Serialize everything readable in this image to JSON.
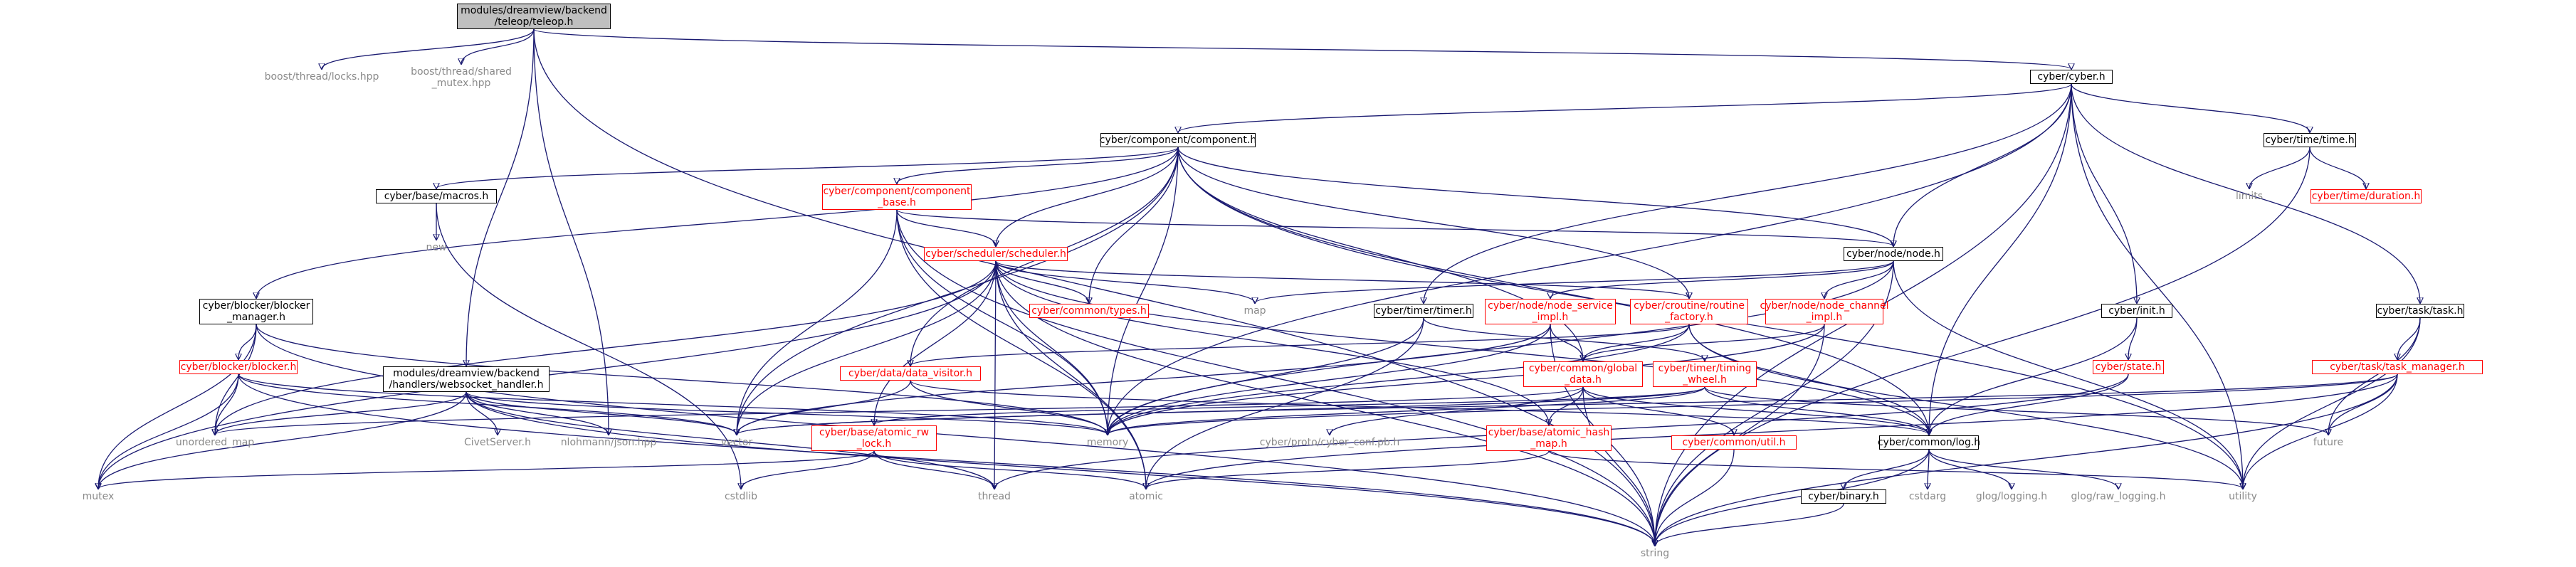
{
  "graph_title": "",
  "colors": {
    "edge": "#191970",
    "root_fill": "#bfbfbf",
    "red_node": "#ff0000",
    "external_text": "#8a8a8a"
  },
  "nodes": {
    "teleop": [
      "modules/dreamview/backend",
      "/teleop/teleop.h"
    ],
    "boost_locks": [
      "boost/thread/locks.hpp"
    ],
    "boost_shared": [
      "boost/thread/shared",
      "_mutex.hpp"
    ],
    "cyber_h": [
      "cyber/cyber.h"
    ],
    "component": [
      "cyber/component/component.h"
    ],
    "time_h": [
      "cyber/time/time.h"
    ],
    "limits": [
      "limits"
    ],
    "duration": [
      "cyber/time/duration.h"
    ],
    "macros": [
      "cyber/base/macros.h"
    ],
    "new": [
      "new"
    ],
    "component_base": [
      "cyber/component/component",
      "_base.h"
    ],
    "scheduler": [
      "cyber/scheduler/scheduler.h"
    ],
    "common_types": [
      "cyber/common/types.h"
    ],
    "map": [
      "map"
    ],
    "node_h": [
      "cyber/node/node.h"
    ],
    "blocker_manager": [
      "cyber/blocker/blocker",
      "_manager.h"
    ],
    "blocker": [
      "cyber/blocker/blocker.h"
    ],
    "websocket": [
      "modules/dreamview/backend",
      "/handlers/websocket_handler.h"
    ],
    "civet": [
      "CivetServer.h"
    ],
    "nlohmann": [
      "nlohmann/json.hpp"
    ],
    "timer_h": [
      "cyber/timer/timer.h"
    ],
    "node_service": [
      "cyber/node/node_service",
      "_impl.h"
    ],
    "routine_factory": [
      "cyber/croutine/routine",
      "_factory.h"
    ],
    "node_channel": [
      "cyber/node/node_channel",
      "_impl.h"
    ],
    "init_h": [
      "cyber/init.h"
    ],
    "task_h": [
      "cyber/task/task.h"
    ],
    "task_manager": [
      "cyber/task/task_manager.h"
    ],
    "state_h": [
      "cyber/state.h"
    ],
    "data_visitor": [
      "cyber/data/data_visitor.h"
    ],
    "global_data": [
      "cyber/common/global",
      "_data.h"
    ],
    "timing_wheel": [
      "cyber/timer/timing",
      "_wheel.h"
    ],
    "unordered_map": [
      "unordered_map"
    ],
    "vector": [
      "vector"
    ],
    "memory": [
      "memory"
    ],
    "atomic_rw": [
      "cyber/base/atomic_rw",
      "_lock.h"
    ],
    "cyber_conf": [
      "cyber/proto/cyber_conf.pb.h"
    ],
    "common_util": [
      "cyber/common/util.h"
    ],
    "atomic_hash": [
      "cyber/base/atomic_hash",
      "_map.h"
    ],
    "log_h": [
      "cyber/common/log.h"
    ],
    "future": [
      "future"
    ],
    "mutex": [
      "mutex"
    ],
    "cstdlib": [
      "cstdlib"
    ],
    "thread": [
      "thread"
    ],
    "atomic": [
      "atomic"
    ],
    "binary": [
      "cyber/binary.h"
    ],
    "cstdarg": [
      "cstdarg"
    ],
    "glog_logging": [
      "glog/logging.h"
    ],
    "glog_raw": [
      "glog/raw_logging.h"
    ],
    "utility": [
      "utility"
    ],
    "string": [
      "string"
    ]
  }
}
